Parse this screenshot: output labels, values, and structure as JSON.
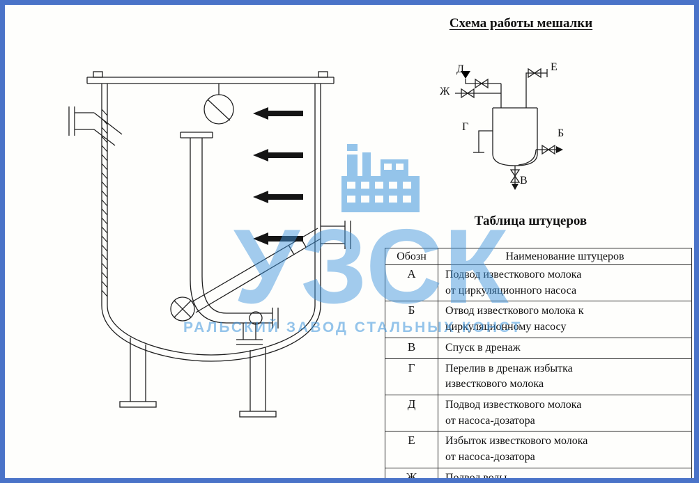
{
  "frame": {
    "border_color": "#4a73c8"
  },
  "scheme": {
    "title": "Схема работы мешалки",
    "labels": {
      "d": "Д",
      "zh": "Ж",
      "e": "Е",
      "b": "Б",
      "v": "В",
      "g": "Г"
    }
  },
  "table": {
    "title": "Таблица штуцеров",
    "headers": {
      "symbol": "Обозн",
      "name": "Наименование штуцеров"
    },
    "rows": [
      {
        "symbol": "А",
        "name": "Подвод известкового молока\nот циркуляционного насоса"
      },
      {
        "symbol": "Б",
        "name": "Отвод известкового молока к\nциркуляционному насосу"
      },
      {
        "symbol": "В",
        "name": "Спуск в дренаж"
      },
      {
        "symbol": "Г",
        "name": "Перелив в дренаж избытка\nизвесткового молока"
      },
      {
        "symbol": "Д",
        "name": "Подвод известкового молока\nот насоса-дозатора"
      },
      {
        "symbol": "Е",
        "name": "Избыток известкового молока\nот насоса-дозатора"
      },
      {
        "symbol": "Ж",
        "name": "Подвод воды"
      }
    ]
  },
  "watermark": {
    "text": "УЗСК",
    "subtext": "РАЛЬСКИЙ ЗАВОД СТАЛЬНЫХ КОНСТ",
    "color": "#3f95dd",
    "icon": "factory-icon"
  }
}
